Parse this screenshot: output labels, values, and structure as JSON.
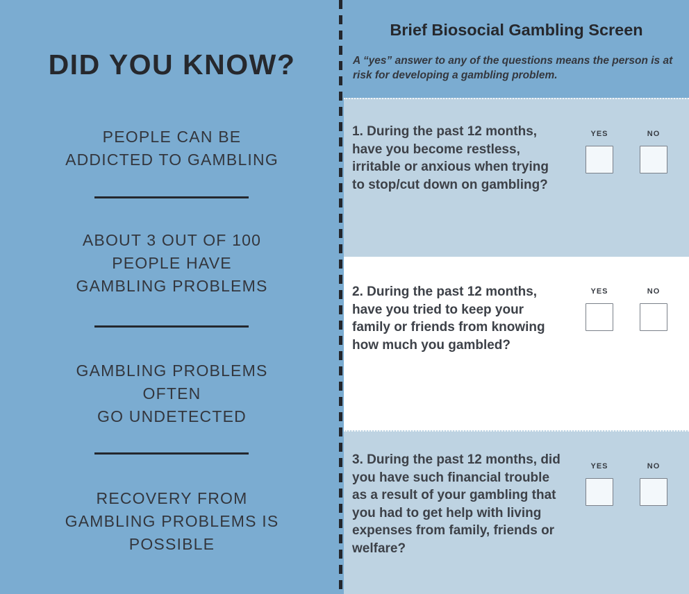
{
  "colors": {
    "panel_blue": "#7bacd1",
    "block_light_blue": "#bed3e2",
    "block_white": "#ffffff",
    "heading_dark": "#26282d",
    "body_text": "#3d4148",
    "divider_dark": "#24272d",
    "checkbox_fill": "#f3f8fb",
    "checkbox_border": "#7a8089"
  },
  "left_panel": {
    "title": "DID YOU KNOW?",
    "facts": [
      {
        "lines": [
          "PEOPLE CAN BE",
          "ADDICTED TO GAMBLING"
        ]
      },
      {
        "lines": [
          "ABOUT 3 OUT OF 100",
          "PEOPLE HAVE",
          "GAMBLING PROBLEMS"
        ]
      },
      {
        "lines": [
          "GAMBLING PROBLEMS",
          "OFTEN",
          "GO UNDETECTED"
        ]
      },
      {
        "lines": [
          "RECOVERY FROM",
          "GAMBLING PROBLEMS IS",
          "POSSIBLE"
        ]
      }
    ]
  },
  "right_panel": {
    "title": "Brief Biosocial Gambling Screen",
    "subtitle": "A “yes” answer to any of the questions means the person is at risk for developing a gambling problem.",
    "answer_labels": {
      "yes": "YES",
      "no": "NO"
    },
    "questions": [
      {
        "text": "1. During the past 12 months, have you become restless, irritable or anxious when trying to stop/cut down on gambling?"
      },
      {
        "text": "2. During the past 12 months, have you tried to keep your family or friends from knowing how much you gambled?"
      },
      {
        "text": "3. During the past 12 months, did you have such financial trouble as a result of your gambling that you had to get help with living expenses from family, friends or welfare?"
      }
    ]
  }
}
